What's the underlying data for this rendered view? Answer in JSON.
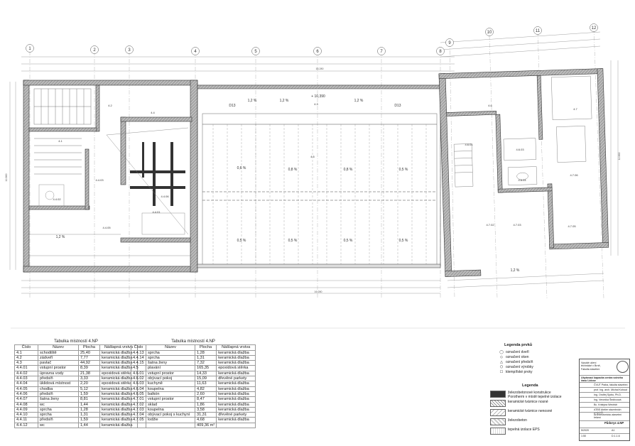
{
  "grid_labels": [
    "1",
    "2",
    "3",
    "4",
    "5",
    "6",
    "7",
    "8",
    "9",
    "10",
    "11",
    "12"
  ],
  "room_labels": {
    "r41": "4.1",
    "r42": "4.2",
    "r43": "4.3",
    "r44": "4.4",
    "r45": "4.5",
    "r46": "4.6",
    "r47": "4.7",
    "r4401": "4.4.01",
    "r4402": "4.4.02",
    "r4403": "4.4.03",
    "r4405": "4.4.05",
    "r4406": "4.4.06",
    "r601": "4.6.01",
    "r603": "4.6.03",
    "r604": "4.6.04",
    "r702": "4.7.02",
    "r703": "4.7.03",
    "r705": "4.7.05",
    "r706": "4.7.06"
  },
  "plan_texts": {
    "d13a": "D13",
    "d13b": "D13",
    "slope_06": "0,6 %",
    "slope_08": "0,8 %",
    "slope_05": "0,5 %",
    "slope_12": "1,2 %",
    "total_width": "16.280",
    "height_right": "12.860",
    "height_left": "12.860",
    "level": "+ 10,390"
  },
  "table1": {
    "caption": "Tabulka místností 4.NP",
    "headers": [
      "Číslo",
      "Název",
      "Plocha",
      "Nášlapná vrstva"
    ],
    "rows": [
      [
        "4.1",
        "schodiště",
        "25,40",
        "keramická dlažba"
      ],
      [
        "4.2",
        "zádveří",
        "7,77",
        "keramická dlažba"
      ],
      [
        "4.3",
        "pavlač",
        "44,92",
        "keramická dlažba"
      ],
      [
        "4.4.01",
        "vstupní prostor",
        "8,39",
        "keramická dlažba"
      ],
      [
        "4.4.02",
        "úpravna vody",
        "21,38",
        "epoxidová stěrka"
      ],
      [
        "4.4.03",
        "předsíň",
        "3,33",
        "keramická dlažba"
      ],
      [
        "4.4.04",
        "úklidová místnost",
        "2,20",
        "epoxidová stěrka"
      ],
      [
        "4.4.05",
        "chodba",
        "5,12",
        "keramická dlažba"
      ],
      [
        "4.4.06",
        "předsíň",
        "1,59",
        "keramická dlažba"
      ],
      [
        "4.4.07",
        "šatna ženy",
        "8,81",
        "keramická dlažba"
      ],
      [
        "4.4.08",
        "wc",
        "1,44",
        "keramická dlažba"
      ],
      [
        "4.4.09",
        "sprcha",
        "1,28",
        "keramická dlažba"
      ],
      [
        "4.4.10",
        "sprcha",
        "1,31",
        "keramická dlažba"
      ],
      [
        "4.4.11",
        "předsíň",
        "1,59",
        "keramická dlažba"
      ],
      [
        "4.4.12",
        "wc",
        "1,44",
        "keramická dlažba"
      ]
    ]
  },
  "table2": {
    "caption": "Tabulka místností 4.NP",
    "headers": [
      "Číslo",
      "Název",
      "Plocha",
      "Nášlapná vrstva"
    ],
    "rows": [
      [
        "4.4.13",
        "sprcha",
        "1,28",
        "keramická dlažba"
      ],
      [
        "4.4.14",
        "sprcha",
        "1,31",
        "keramická dlažba"
      ],
      [
        "4.4.15",
        "šatna ženy",
        "7,32",
        "keramická dlažba"
      ],
      [
        "4.5",
        "plavání",
        "165,35",
        "epoxidová stěrka"
      ],
      [
        "4.6.01",
        "vstupní prostor",
        "14,33",
        "keramická dlažba"
      ],
      [
        "4.6.02",
        "obývací pokoj",
        "15,09",
        "dřevěné parkety"
      ],
      [
        "4.6.03",
        "kuchyně",
        "11,63",
        "keramická dlažba"
      ],
      [
        "4.6.04",
        "koupelna",
        "4,82",
        "keramická dlažba"
      ],
      [
        "4.6.05",
        "balkón",
        "2,60",
        "keramická dlažba"
      ],
      [
        "4.7.01",
        "vstupní prostor",
        "8,47",
        "keramická dlažba"
      ],
      [
        "4.7.02",
        "sklad",
        "1,86",
        "keramická dlažba"
      ],
      [
        "4.7.03",
        "koupelna",
        "3,58",
        "keramická dlažba"
      ],
      [
        "4.7.04",
        "obývací pokoj s kuchyní",
        "31,31",
        "dřevěné parkety"
      ],
      [
        "4.7.05",
        "lodžie",
        "4,68",
        "keramická dlažba"
      ],
      [
        "",
        "",
        "409,36 m²",
        ""
      ]
    ]
  },
  "legend": {
    "title1": "Legenda prvků",
    "items1": [
      "označení dveří",
      "označení oken",
      "označení předsíň",
      "označení výrobky",
      "klempířské prvky"
    ],
    "title2": "Legenda",
    "items2": [
      "železobetonové konstrukce Porotherm v místě tepelné izolace",
      "keramické tvárnice nosné",
      "keramické tvárnice nenosné",
      "železobeton",
      "tepelná izolace EPS"
    ]
  },
  "title_block": {
    "school": "Vysoké učení technické v Brně, Fakulta stavební",
    "project": "Ubytovací kapacita centra volného času Lidcov",
    "lines": [
      "ČVUT Praha, fakulta stavební",
      "prof. Ing. arch. Michal Kohout",
      "Ing. Ondřej Sjobo, Ph.D.",
      "Ing. Veronika Šedivcová",
      "Bc. Kristýna Wedrich",
      "ATBS Ateliér stavebních projektů",
      "Architektonicko-stavební řešení"
    ],
    "drawing": "Půdorys 4.NP",
    "date": "5/2020",
    "scale": "1:50",
    "format": "A1",
    "number": "D.1.1.6"
  }
}
